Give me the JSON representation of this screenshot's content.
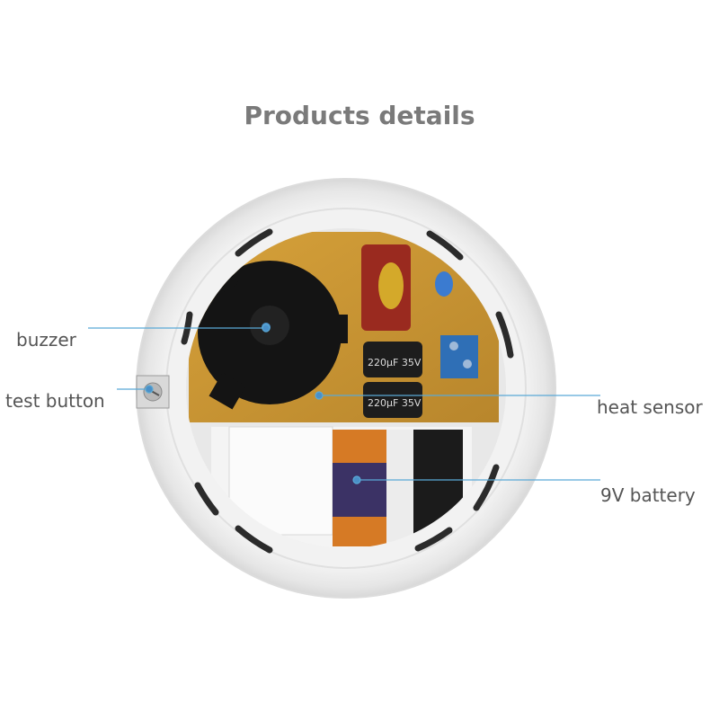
{
  "title": "Products details",
  "callouts": {
    "buzzer": "buzzer",
    "test_button": "test button",
    "heat_sensor": "heat sensor",
    "battery": "9V battery"
  },
  "capacitor_label_1": "220μF 35V",
  "capacitor_label_2": "220μF 35V",
  "colors": {
    "title": "#7a7a7a",
    "label": "#555555",
    "callout_line": "#5aa9d6",
    "housing": "#eeeeee",
    "pcb": "#c8922e"
  }
}
